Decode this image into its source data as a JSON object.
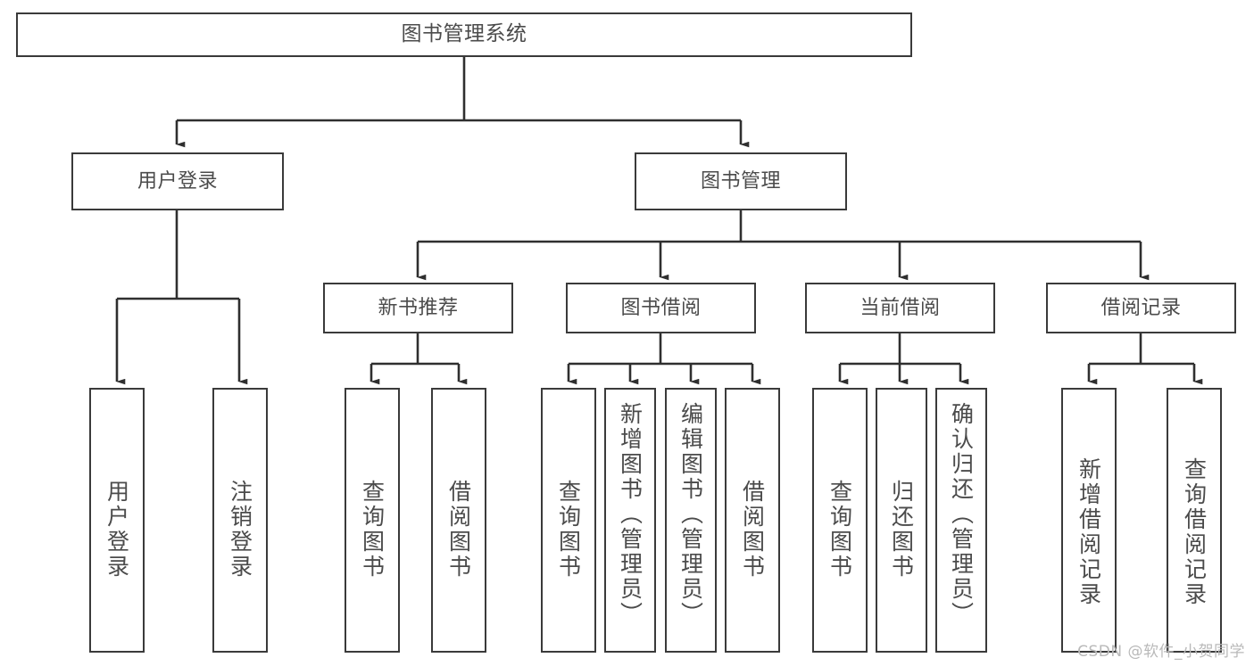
{
  "diagram": {
    "title": "图书管理系统",
    "type": "hierarchy-tree",
    "colors": {
      "stroke": "#3a3a3a",
      "text": "#4b4b4b",
      "background": "#ffffff",
      "watermark": "#b9b9b9"
    },
    "nodes": {
      "root": {
        "label": "图书管理系统"
      },
      "level1": [
        {
          "id": "user-login",
          "label": "用户登录"
        },
        {
          "id": "book-manage",
          "label": "图书管理"
        }
      ],
      "level2": [
        {
          "id": "new-book-rec",
          "label": "新书推荐"
        },
        {
          "id": "book-borrow",
          "label": "图书借阅"
        },
        {
          "id": "current-borrow",
          "label": "当前借阅"
        },
        {
          "id": "borrow-record",
          "label": "借阅记录"
        }
      ],
      "leaves": [
        {
          "id": "leaf-user-login",
          "label": "用户登录",
          "parent": "user-login"
        },
        {
          "id": "leaf-user-logout",
          "label": "注销登录",
          "parent": "user-login"
        },
        {
          "id": "leaf-query-book-1",
          "label": "查询图书",
          "parent": "new-book-rec"
        },
        {
          "id": "leaf-borrow-book-1",
          "label": "借阅图书",
          "parent": "new-book-rec"
        },
        {
          "id": "leaf-query-book-2",
          "label": "查询图书",
          "parent": "book-borrow"
        },
        {
          "id": "leaf-add-book",
          "label": "新增图书（管理员）",
          "parent": "book-borrow"
        },
        {
          "id": "leaf-edit-book",
          "label": "编辑图书（管理员）",
          "parent": "book-borrow"
        },
        {
          "id": "leaf-borrow-book-2",
          "label": "借阅图书",
          "parent": "book-borrow"
        },
        {
          "id": "leaf-query-book-3",
          "label": "查询图书",
          "parent": "current-borrow"
        },
        {
          "id": "leaf-return-book",
          "label": "归还图书",
          "parent": "current-borrow"
        },
        {
          "id": "leaf-confirm-return",
          "label": "确认归还（管理员）",
          "parent": "current-borrow"
        },
        {
          "id": "leaf-add-record",
          "label": "新增借阅记录",
          "parent": "borrow-record"
        },
        {
          "id": "leaf-query-record",
          "label": "查询借阅记录",
          "parent": "borrow-record"
        }
      ]
    },
    "watermark": "CSDN @软件_小贺同学"
  }
}
